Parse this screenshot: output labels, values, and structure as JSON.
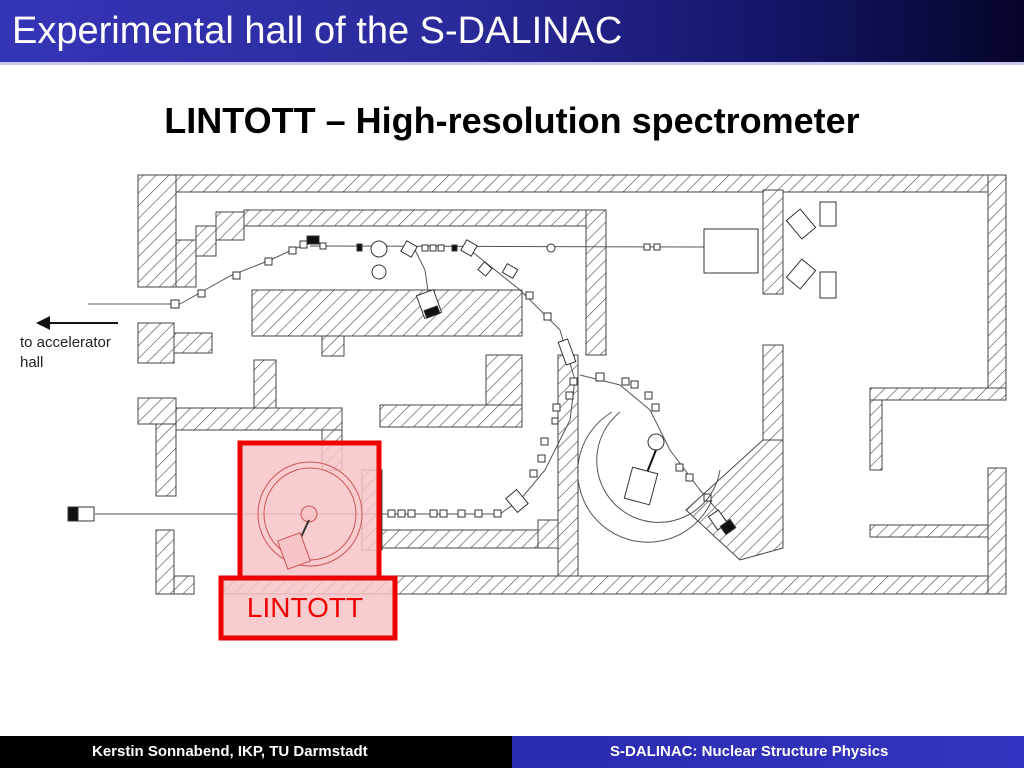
{
  "header": {
    "title": "Experimental hall of the S-DALINAC"
  },
  "subtitle": "LINTOTT – High-resolution spectrometer",
  "diagram": {
    "arrow_label_line1": "to accelerator",
    "arrow_label_line2": "hall",
    "highlight_label": "LINTOTT",
    "highlight_color": "#ee0000",
    "highlight_fill": "#f8c4c8"
  },
  "footer": {
    "left_text": "Kerstin Sonnabend, IKP, TU Darmstadt",
    "right_text": "S-DALINAC: Nuclear Structure Physics"
  }
}
